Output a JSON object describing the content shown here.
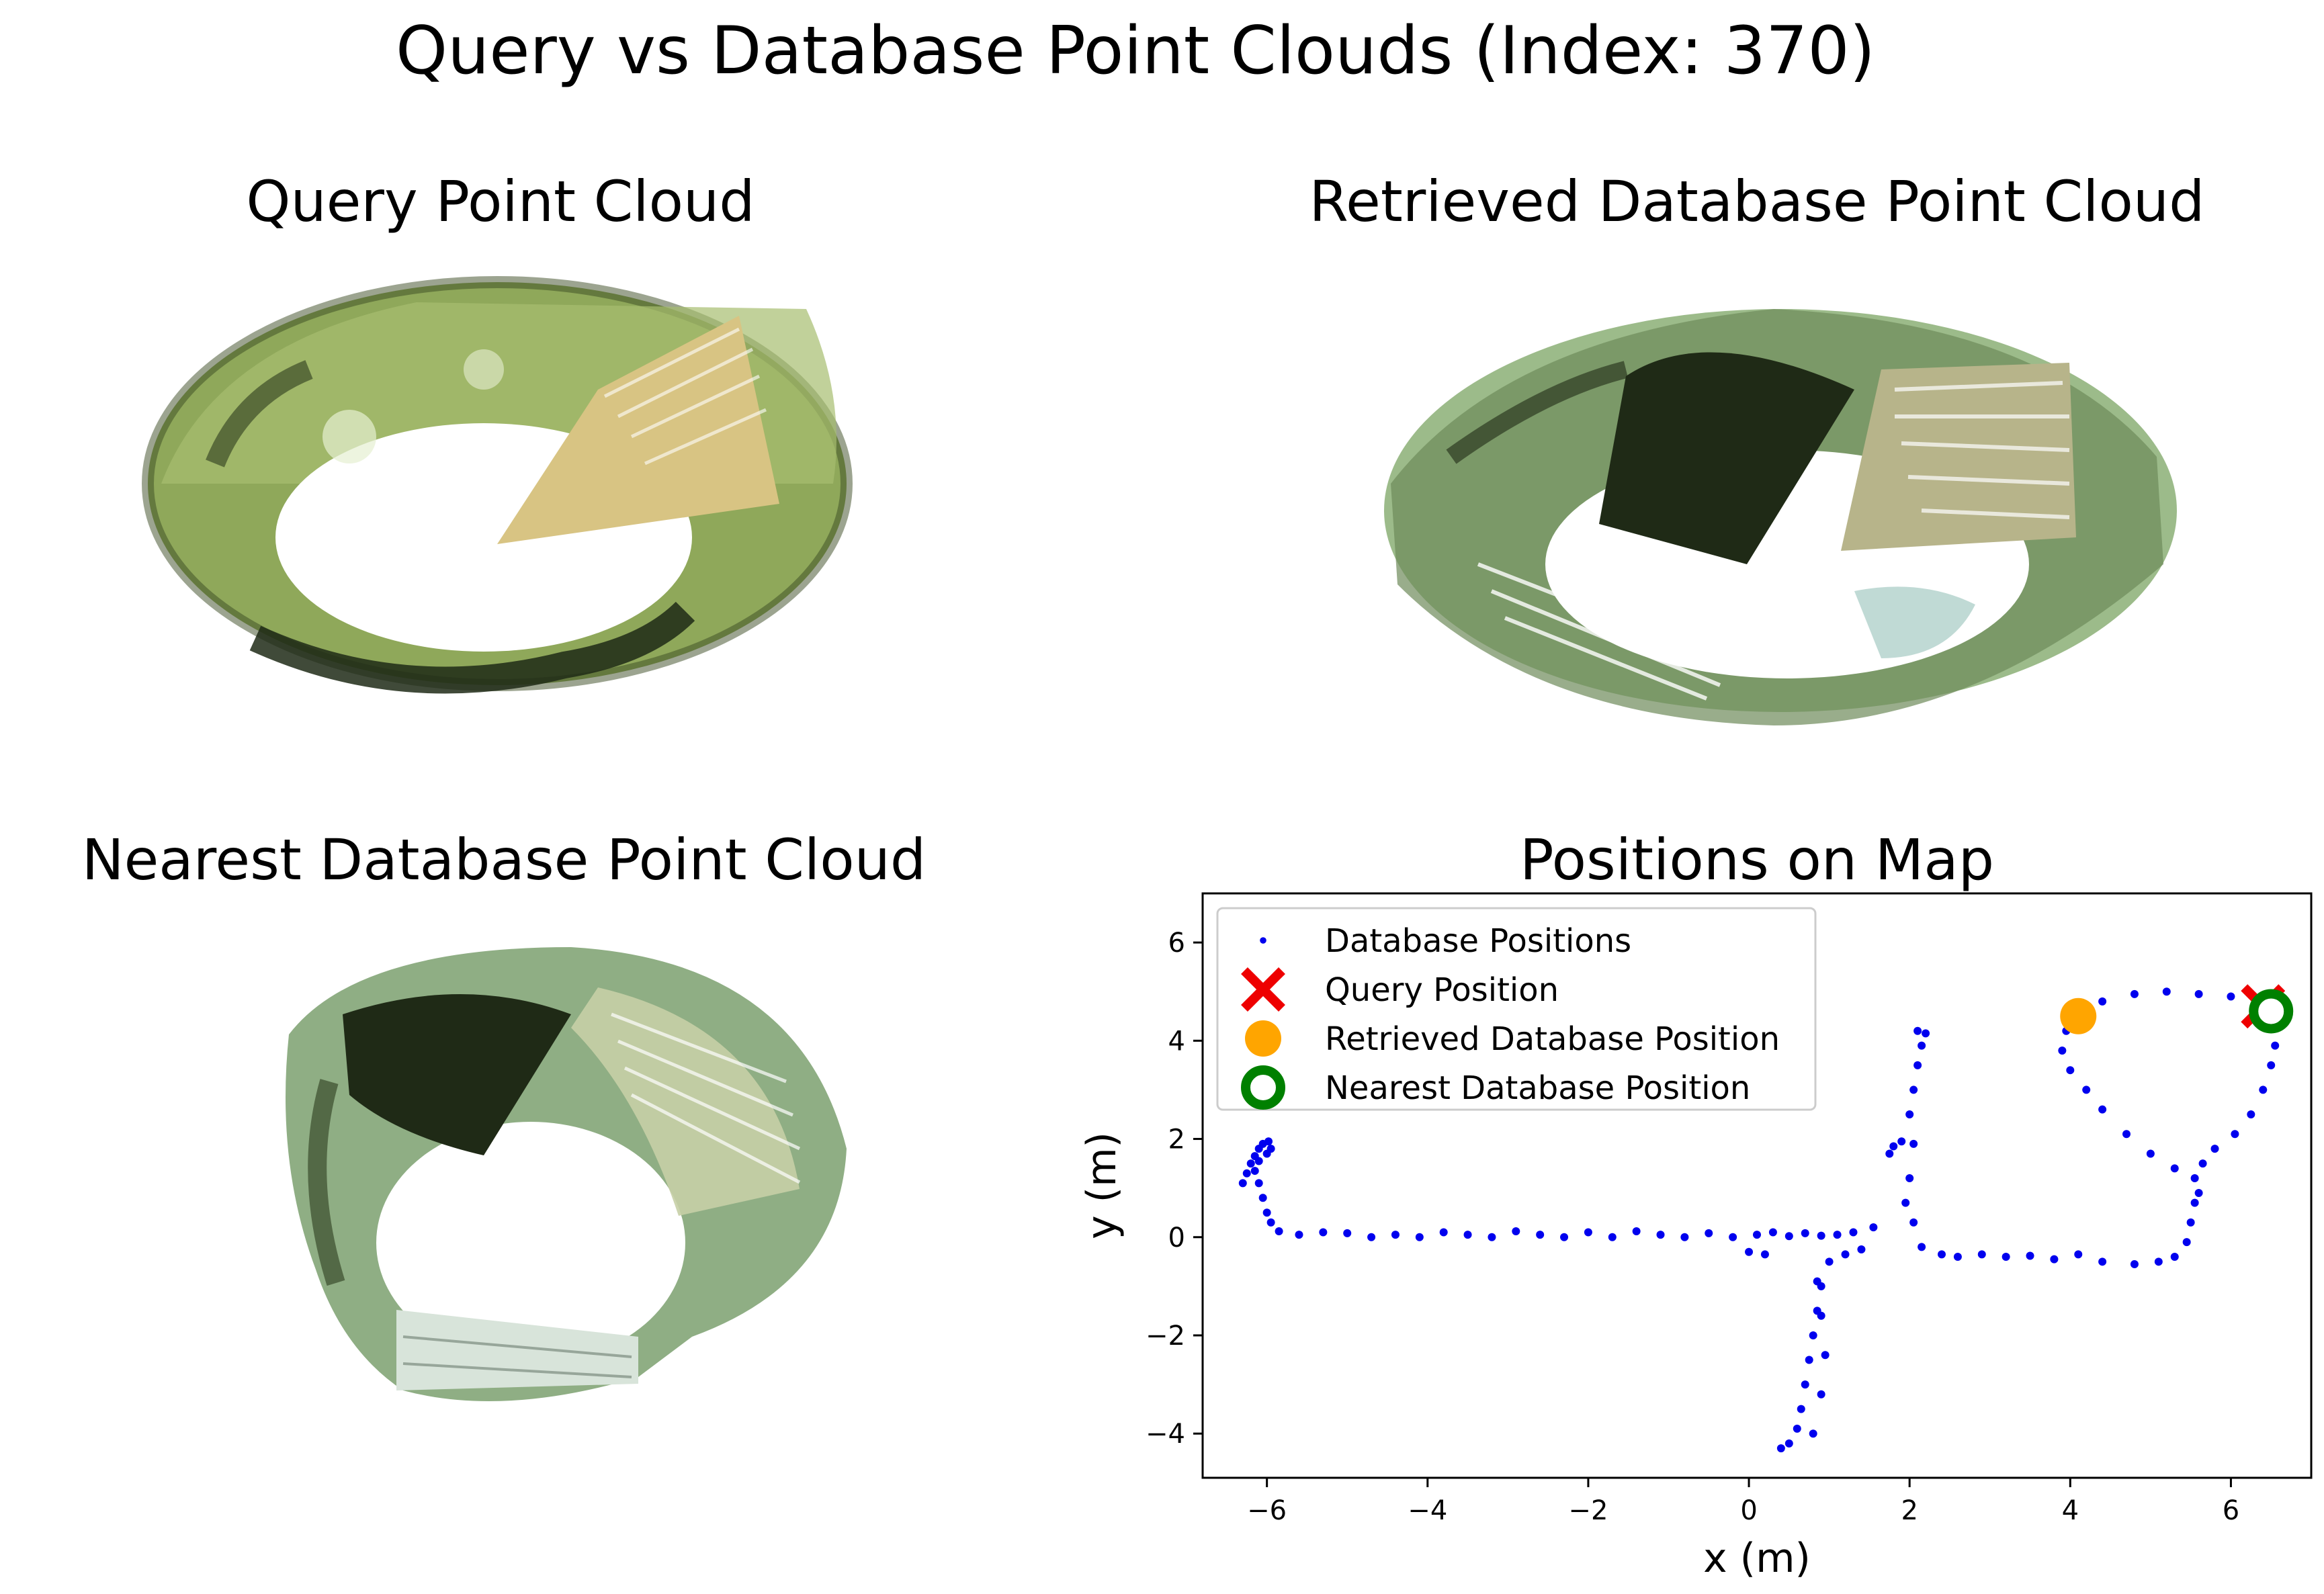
{
  "figure": {
    "title": "Query vs Database Point Clouds (Index: 370)",
    "panels": {
      "query": "Query Point Cloud",
      "retrieved": "Retrieved Database Point Cloud",
      "nearest": "Nearest Database Point Cloud",
      "map": "Positions on Map"
    },
    "colors": {
      "database": "#0000ee",
      "query": "#ee0000",
      "retrieved": "#ffa500",
      "nearest": "#008000",
      "cloud_green": "#8fa85a",
      "cloud_dark": "#1f2a16",
      "cloud_tan": "#d8c483",
      "cloud_pale": "#b9d6b0"
    }
  },
  "chart_data": {
    "type": "scatter",
    "title": "Positions on Map",
    "xlabel": "x (m)",
    "ylabel": "y (m)",
    "xlim": [
      -6.8,
      7.0
    ],
    "ylim": [
      -4.9,
      7.0
    ],
    "xticks": [
      -6,
      -4,
      -2,
      0,
      2,
      4,
      6
    ],
    "yticks": [
      -4,
      -2,
      0,
      2,
      4,
      6
    ],
    "grid": false,
    "legend": "top-left",
    "series": [
      {
        "name": "Database Positions",
        "marker": "dot",
        "points": [
          [
            -6.3,
            1.1
          ],
          [
            -6.25,
            1.3
          ],
          [
            -6.2,
            1.5
          ],
          [
            -6.15,
            1.65
          ],
          [
            -6.1,
            1.8
          ],
          [
            -6.05,
            1.9
          ],
          [
            -5.98,
            1.95
          ],
          [
            -5.95,
            1.8
          ],
          [
            -6.0,
            1.7
          ],
          [
            -6.1,
            1.55
          ],
          [
            -6.15,
            1.35
          ],
          [
            -6.1,
            1.1
          ],
          [
            -6.05,
            0.8
          ],
          [
            -6.0,
            0.5
          ],
          [
            -5.95,
            0.3
          ],
          [
            -5.85,
            0.12
          ],
          [
            -5.6,
            0.05
          ],
          [
            -5.3,
            0.1
          ],
          [
            -5.0,
            0.08
          ],
          [
            -4.7,
            0.0
          ],
          [
            -4.4,
            0.05
          ],
          [
            -4.1,
            0.0
          ],
          [
            -3.8,
            0.1
          ],
          [
            -3.5,
            0.05
          ],
          [
            -3.2,
            0.0
          ],
          [
            -2.9,
            0.12
          ],
          [
            -2.6,
            0.05
          ],
          [
            -2.3,
            0.0
          ],
          [
            -2.0,
            0.1
          ],
          [
            -1.7,
            0.0
          ],
          [
            -1.4,
            0.12
          ],
          [
            -1.1,
            0.05
          ],
          [
            -0.8,
            0.0
          ],
          [
            -0.5,
            0.08
          ],
          [
            -0.2,
            0.0
          ],
          [
            0.1,
            0.05
          ],
          [
            0.3,
            0.1
          ],
          [
            0.5,
            0.02
          ],
          [
            0.7,
            0.08
          ],
          [
            0.9,
            0.03
          ],
          [
            1.1,
            0.05
          ],
          [
            1.3,
            0.1
          ],
          [
            1.55,
            0.2
          ],
          [
            1.75,
            1.7
          ],
          [
            1.8,
            1.85
          ],
          [
            1.9,
            1.95
          ],
          [
            2.0,
            2.5
          ],
          [
            2.05,
            3.0
          ],
          [
            2.1,
            3.5
          ],
          [
            2.15,
            3.9
          ],
          [
            2.2,
            4.15
          ],
          [
            2.1,
            4.2
          ],
          [
            2.05,
            1.9
          ],
          [
            2.0,
            1.2
          ],
          [
            1.95,
            0.7
          ],
          [
            2.05,
            0.3
          ],
          [
            2.15,
            -0.2
          ],
          [
            2.4,
            -0.35
          ],
          [
            1.4,
            -0.25
          ],
          [
            1.2,
            -0.35
          ],
          [
            1.0,
            -0.5
          ],
          [
            0.9,
            -1.0
          ],
          [
            0.85,
            -1.5
          ],
          [
            0.8,
            -2.0
          ],
          [
            0.75,
            -2.5
          ],
          [
            0.7,
            -3.0
          ],
          [
            0.65,
            -3.5
          ],
          [
            0.6,
            -3.9
          ],
          [
            0.5,
            -4.2
          ],
          [
            0.4,
            -4.3
          ],
          [
            0.8,
            -4.0
          ],
          [
            0.9,
            -3.2
          ],
          [
            0.95,
            -2.4
          ],
          [
            0.9,
            -1.6
          ],
          [
            0.85,
            -0.9
          ],
          [
            0.2,
            -0.35
          ],
          [
            0.0,
            -0.3
          ],
          [
            2.6,
            -0.4
          ],
          [
            2.9,
            -0.35
          ],
          [
            3.2,
            -0.4
          ],
          [
            3.5,
            -0.38
          ],
          [
            3.8,
            -0.45
          ],
          [
            4.1,
            -0.35
          ],
          [
            4.4,
            -0.5
          ],
          [
            4.8,
            -0.55
          ],
          [
            5.1,
            -0.5
          ],
          [
            5.3,
            -0.4
          ],
          [
            5.45,
            -0.1
          ],
          [
            5.5,
            0.3
          ],
          [
            5.55,
            0.7
          ],
          [
            5.6,
            0.9
          ],
          [
            5.55,
            1.2
          ],
          [
            5.3,
            1.4
          ],
          [
            5.0,
            1.7
          ],
          [
            4.7,
            2.1
          ],
          [
            4.4,
            2.6
          ],
          [
            4.2,
            3.0
          ],
          [
            4.0,
            3.4
          ],
          [
            3.9,
            3.8
          ],
          [
            3.95,
            4.2
          ],
          [
            4.1,
            4.5
          ],
          [
            4.4,
            4.8
          ],
          [
            4.8,
            4.95
          ],
          [
            5.2,
            5.0
          ],
          [
            5.6,
            4.95
          ],
          [
            6.0,
            4.9
          ],
          [
            6.35,
            4.8
          ],
          [
            6.55,
            4.6
          ],
          [
            6.6,
            4.3
          ],
          [
            6.55,
            3.9
          ],
          [
            6.5,
            3.5
          ],
          [
            6.4,
            3.0
          ],
          [
            6.25,
            2.5
          ],
          [
            6.05,
            2.1
          ],
          [
            5.8,
            1.8
          ],
          [
            5.65,
            1.5
          ]
        ]
      },
      {
        "name": "Query Position",
        "marker": "x",
        "points": [
          [
            6.4,
            4.7
          ]
        ]
      },
      {
        "name": "Retrieved Database Position",
        "marker": "filled-circle",
        "points": [
          [
            4.1,
            4.5
          ]
        ]
      },
      {
        "name": "Nearest Database Position",
        "marker": "ring",
        "points": [
          [
            6.5,
            4.6
          ]
        ]
      }
    ]
  }
}
